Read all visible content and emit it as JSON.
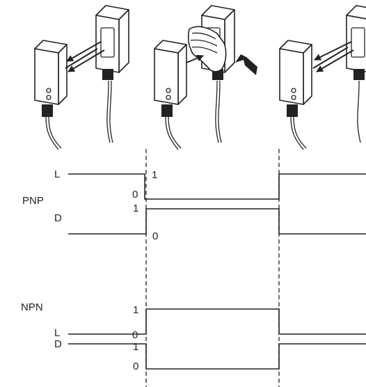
{
  "labels": {
    "pnp": "PNP",
    "npn": "NPN",
    "l": "L",
    "d": "D",
    "one": "1",
    "zero": "0"
  },
  "scenes": [
    {
      "name": "beam-received",
      "hand": false
    },
    {
      "name": "beam-interrupted",
      "hand": true
    },
    {
      "name": "beam-received",
      "hand": false
    }
  ],
  "colors": {
    "line": "#222222",
    "background": "#ffffff"
  }
}
